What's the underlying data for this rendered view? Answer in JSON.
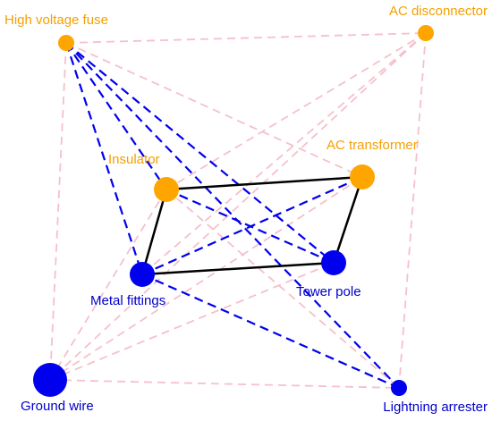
{
  "colors": {
    "orange_node": "#FFA500",
    "blue_node": "#0000EE",
    "orange_label": "#F5A000",
    "blue_label": "#0000CC",
    "solid_edge": "#000000",
    "blue_dashed_edge": "#0000EE",
    "pink_dashed_edge": "#F5C0CB"
  },
  "nodes": [
    {
      "id": "hv_fuse",
      "label": "High voltage fuse",
      "group": "orange",
      "size": "small"
    },
    {
      "id": "ac_disconnector",
      "label": "AC disconnector",
      "group": "orange",
      "size": "small"
    },
    {
      "id": "insulator",
      "label": "Insulator",
      "group": "orange",
      "size": "medium"
    },
    {
      "id": "ac_transformer",
      "label": "AC transformer",
      "group": "orange",
      "size": "medium"
    },
    {
      "id": "metal_fittings",
      "label": "Metal fittings",
      "group": "blue",
      "size": "medium"
    },
    {
      "id": "tower_pole",
      "label": "Tower pole",
      "group": "blue",
      "size": "medium"
    },
    {
      "id": "ground_wire",
      "label": "Ground wire",
      "group": "blue",
      "size": "large"
    },
    {
      "id": "lightning_arrester",
      "label": "Lightning arrester",
      "group": "blue",
      "size": "small"
    }
  ],
  "edges": [
    {
      "from": "insulator",
      "to": "ac_transformer",
      "style": "solid"
    },
    {
      "from": "insulator",
      "to": "metal_fittings",
      "style": "solid"
    },
    {
      "from": "metal_fittings",
      "to": "tower_pole",
      "style": "solid"
    },
    {
      "from": "tower_pole",
      "to": "ac_transformer",
      "style": "solid"
    },
    {
      "from": "hv_fuse",
      "to": "insulator",
      "style": "blue-dashed"
    },
    {
      "from": "hv_fuse",
      "to": "metal_fittings",
      "style": "blue-dashed"
    },
    {
      "from": "hv_fuse",
      "to": "tower_pole",
      "style": "blue-dashed"
    },
    {
      "from": "hv_fuse",
      "to": "lightning_arrester",
      "style": "blue-dashed"
    },
    {
      "from": "insulator",
      "to": "tower_pole",
      "style": "blue-dashed"
    },
    {
      "from": "metal_fittings",
      "to": "ac_transformer",
      "style": "blue-dashed"
    },
    {
      "from": "metal_fittings",
      "to": "lightning_arrester",
      "style": "blue-dashed"
    },
    {
      "from": "hv_fuse",
      "to": "ac_disconnector",
      "style": "pink-dashed"
    },
    {
      "from": "hv_fuse",
      "to": "ac_transformer",
      "style": "pink-dashed"
    },
    {
      "from": "hv_fuse",
      "to": "ground_wire",
      "style": "pink-dashed"
    },
    {
      "from": "ac_disconnector",
      "to": "insulator",
      "style": "pink-dashed"
    },
    {
      "from": "ac_disconnector",
      "to": "metal_fittings",
      "style": "pink-dashed"
    },
    {
      "from": "ac_disconnector",
      "to": "ground_wire",
      "style": "pink-dashed"
    },
    {
      "from": "ac_disconnector",
      "to": "lightning_arrester",
      "style": "pink-dashed"
    },
    {
      "from": "ground_wire",
      "to": "insulator",
      "style": "pink-dashed"
    },
    {
      "from": "ground_wire",
      "to": "ac_transformer",
      "style": "pink-dashed"
    },
    {
      "from": "ground_wire",
      "to": "tower_pole",
      "style": "pink-dashed"
    },
    {
      "from": "ground_wire",
      "to": "lightning_arrester",
      "style": "pink-dashed"
    },
    {
      "from": "insulator",
      "to": "lightning_arrester",
      "style": "pink-dashed"
    }
  ]
}
